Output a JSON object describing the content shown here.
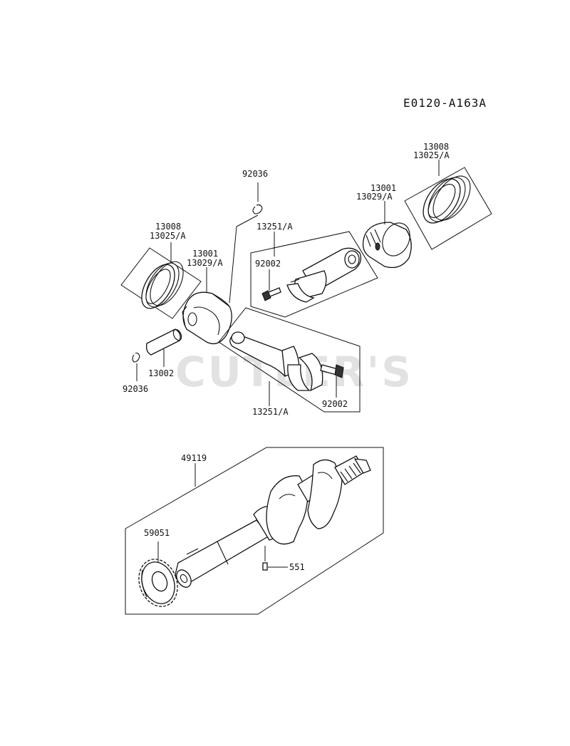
{
  "diagram": {
    "code": "E0120-A163A",
    "watermark": "CUTLER'S",
    "colors": {
      "ink": "#111111",
      "watermark": "#e2e2e2",
      "background": "#ffffff"
    },
    "labels": {
      "ring_left_1": "13008",
      "ring_left_2": "13025/A",
      "piston_left_1": "13001",
      "piston_left_2": "13029/A",
      "clip_top": "92036",
      "pin": "13002",
      "clip_bottom": "92036",
      "rod_top": "13251/A",
      "bolt_top": "92002",
      "piston_right_1": "13001",
      "piston_right_2": "13029/A",
      "ring_right_1": "13008",
      "ring_right_2": "13025/A",
      "rod_bottom": "13251/A",
      "bolt_bottom": "92002",
      "crankshaft": "49119",
      "gear": "59051",
      "key": "551"
    }
  }
}
